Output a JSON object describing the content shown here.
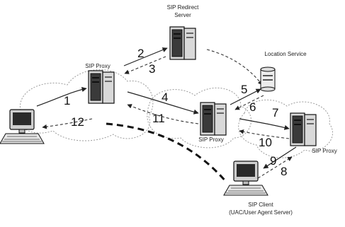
{
  "labels": {
    "redirect_server": [
      "SIP Redirect",
      "Server"
    ],
    "proxy_left": "SIP Proxy",
    "proxy_center": "SIP Proxy",
    "proxy_right": "SIP Proxy",
    "location_service": "Location Service",
    "client": [
      "SIP Client",
      "(UAC/User Agent Server)"
    ]
  },
  "steps": [
    "1",
    "2",
    "3",
    "4",
    "5",
    "6",
    "7",
    "8",
    "9",
    "10",
    "11",
    "12"
  ]
}
